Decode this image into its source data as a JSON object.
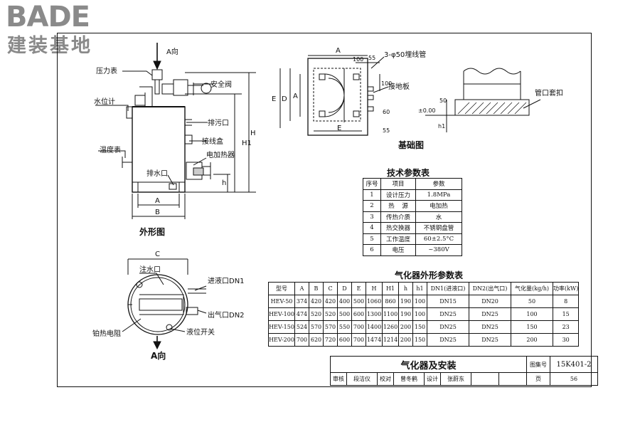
{
  "logo": {
    "brand": "BADE",
    "brand_cn": "建装基地"
  },
  "drawing": {
    "view_arrow_label": "A向",
    "labels": {
      "pressure_gauge": "压力表",
      "safety_valve": "安全阀",
      "level_gauge": "水位计",
      "drain": "排污口",
      "terminal_box": "接线盒",
      "heater": "电加热器",
      "thermometer": "温度表",
      "water_outlet": "排水口"
    },
    "outline_title": "外形图",
    "dims": {
      "A": "A",
      "B": "B",
      "C": "C",
      "D": "D",
      "E": "E",
      "H": "H",
      "H1": "H1",
      "h": "h",
      "h1": "h1",
      "n100": "100",
      "n55": "55",
      "n50": "50",
      "n60": "60",
      "zero": "±0.00"
    },
    "foundation": {
      "title": "基础图",
      "conduit": "3-φ50埋线管",
      "ground_plate": "接地板"
    },
    "pipe_label": "管口套扣",
    "a_view": {
      "title": "A向",
      "water_inlet": "注水口",
      "liquid_inlet": "进液口DN1",
      "gas_outlet": "出气口DN2",
      "level_switch": "液位开关",
      "pt_resistor": "铂热电阻"
    }
  },
  "tech_params": {
    "title": "技术参数表",
    "headers": [
      "序号",
      "项目",
      "参数"
    ],
    "rows": [
      [
        "1",
        "设计压力",
        "1.8MPa"
      ],
      [
        "2",
        "热    源",
        "电加热"
      ],
      [
        "3",
        "传热介质",
        "水"
      ],
      [
        "4",
        "热交换器",
        "不锈钢盘管"
      ],
      [
        "5",
        "工作温度",
        "60±2.5°C"
      ],
      [
        "6",
        "电压",
        "~380V"
      ]
    ]
  },
  "dim_params": {
    "title": "气化器外形参数表",
    "headers": [
      "型号",
      "A",
      "B",
      "C",
      "D",
      "E",
      "H",
      "H1",
      "h",
      "h1",
      "DN1(进液口)",
      "DN2(出气口)",
      "气化量(kg/h)",
      "功率(kW)"
    ],
    "rows": [
      [
        "HEV-50",
        "374",
        "420",
        "420",
        "400",
        "500",
        "1060",
        "860",
        "190",
        "100",
        "DN15",
        "DN20",
        "50",
        "8"
      ],
      [
        "HEV-100",
        "474",
        "520",
        "520",
        "500",
        "600",
        "1300",
        "1100",
        "190",
        "100",
        "DN25",
        "DN25",
        "100",
        "15"
      ],
      [
        "HEV-150",
        "524",
        "570",
        "570",
        "550",
        "700",
        "1400",
        "1260",
        "200",
        "150",
        "DN25",
        "DN25",
        "150",
        "23"
      ],
      [
        "HEV-200",
        "700",
        "620",
        "720",
        "600",
        "700",
        "1474",
        "1214",
        "200",
        "150",
        "DN25",
        "DN25",
        "200",
        "30"
      ]
    ]
  },
  "title_block": {
    "title": "气化器及安装",
    "atlas_label": "图集号",
    "atlas_no": "15K401-2",
    "review": "审核",
    "reviewer": "段洁仪",
    "check": "校对",
    "checker": "曾冬鹤",
    "design": "设计",
    "designer": "张蔚东",
    "page_label": "页",
    "page_no": "56"
  }
}
